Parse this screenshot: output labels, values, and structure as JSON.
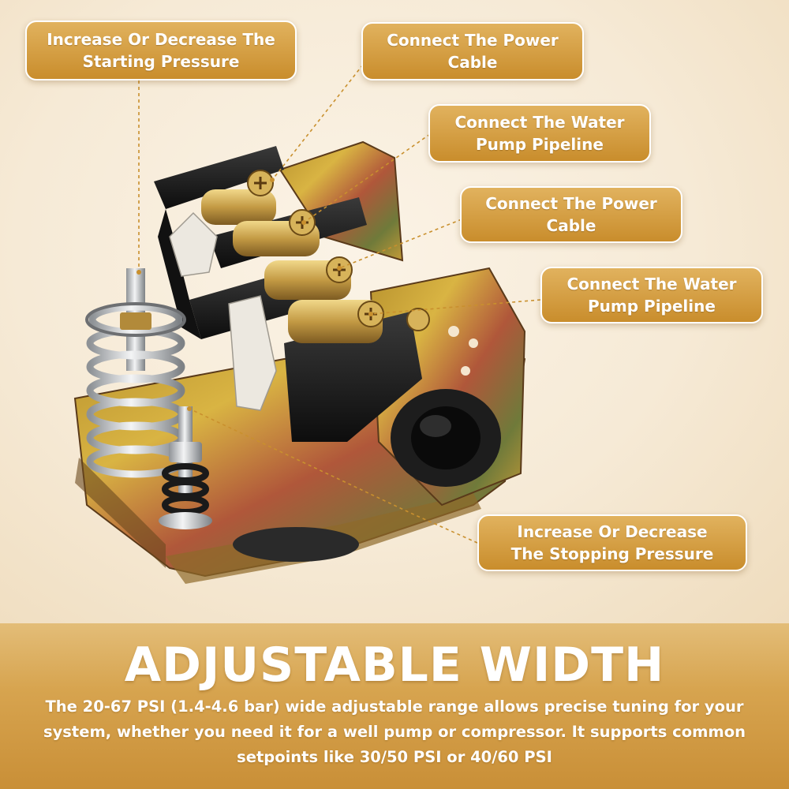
{
  "callouts": {
    "starting_pressure": "Increase Or Decrease The\nStarting Pressure",
    "power_cable_1": "Connect The Power\nCable",
    "water_pipeline_1": "Connect The Water\nPump Pipeline",
    "power_cable_2": "Connect The Power\nCable",
    "water_pipeline_2": "Connect The Water\nPump Pipeline",
    "stopping_pressure": "Increase Or Decrease\nThe Stopping Pressure"
  },
  "banner": {
    "headline": "ADJUSTABLE WIDTH",
    "description": "The 20-67 PSI (1.4-4.6 bar) wide adjustable range allows precise tuning for your system, whether you need it for a well pump or compressor. It supports common setpoints like 30/50 PSI or 40/60 PSI"
  },
  "colors": {
    "callout_fill": "#d49e42",
    "banner_fill": "#d7a44f",
    "text": "#ffffff",
    "leader_line": "#c9902e"
  }
}
